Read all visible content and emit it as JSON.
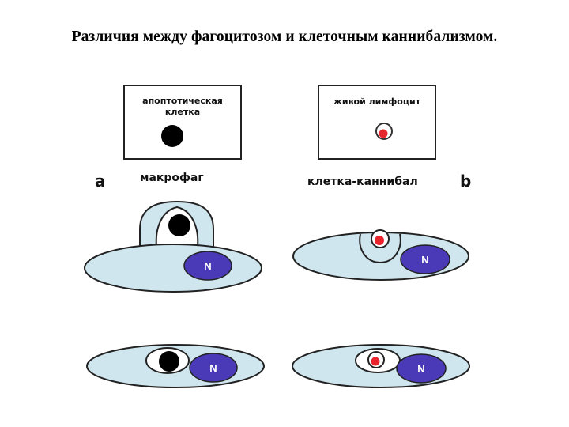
{
  "title": "Различия между фагоцитозом и клеточным каннибализмом.",
  "panel_a": {
    "letter": "a",
    "cell_label": "макрофаг",
    "target_label_line1": "апоптотическая",
    "target_label_line2": "клетка",
    "nucleus_label": "N"
  },
  "panel_b": {
    "letter": "b",
    "cell_label": "клетка-каннибал",
    "target_label": "живой лимфоцит",
    "nucleus_label": "N"
  },
  "colors": {
    "cell_fill": "#cfe6ee",
    "nucleus": "#4a3ab8",
    "apoptotic_cell": "#000000",
    "lymphocyte": "#e8242c"
  }
}
